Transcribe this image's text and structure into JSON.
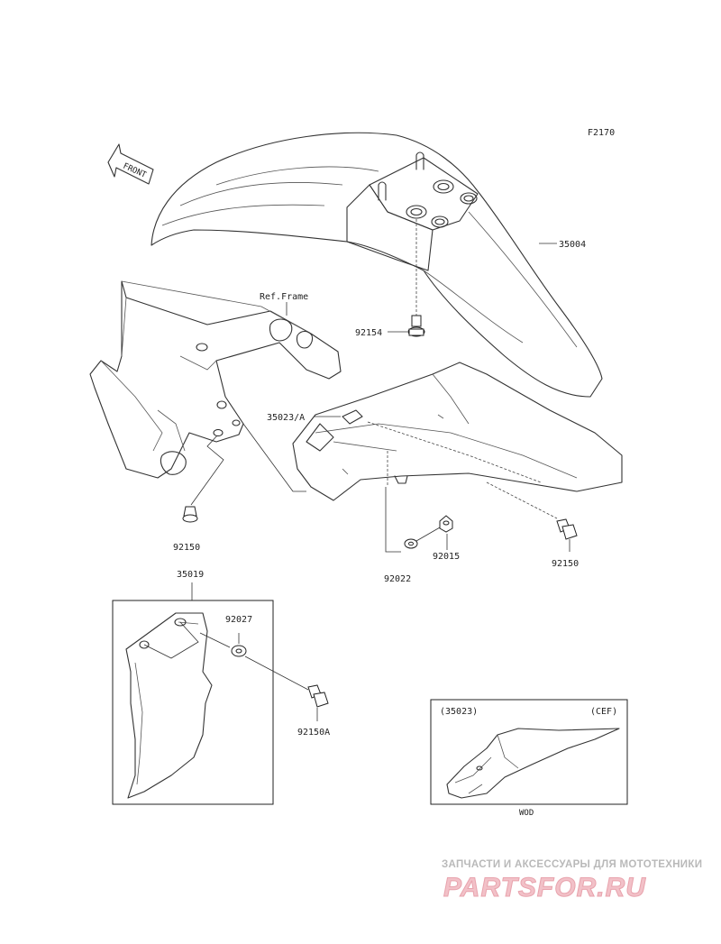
{
  "figure_code": "F2170",
  "front_label": "FRONT",
  "ref_frame_label": "Ref.Frame",
  "callouts": {
    "p35004": "35004",
    "p92154": "92154",
    "p35023a": "35023/A",
    "p92150_left": "92150",
    "p92015": "92015",
    "p92022": "92022",
    "p92150_right": "92150",
    "p35019": "35019",
    "p92027": "92027",
    "p92150a": "92150A"
  },
  "variant_box": {
    "part_label": "(35023)",
    "region_label": "(CEF)",
    "color_code": "WOD"
  },
  "watermark": {
    "tagline": "ЗАПЧАСТИ И АКСЕССУАРЫ ДЛЯ МОТОТЕХНИКИ",
    "logo_text": "PARTSFOR.RU"
  }
}
